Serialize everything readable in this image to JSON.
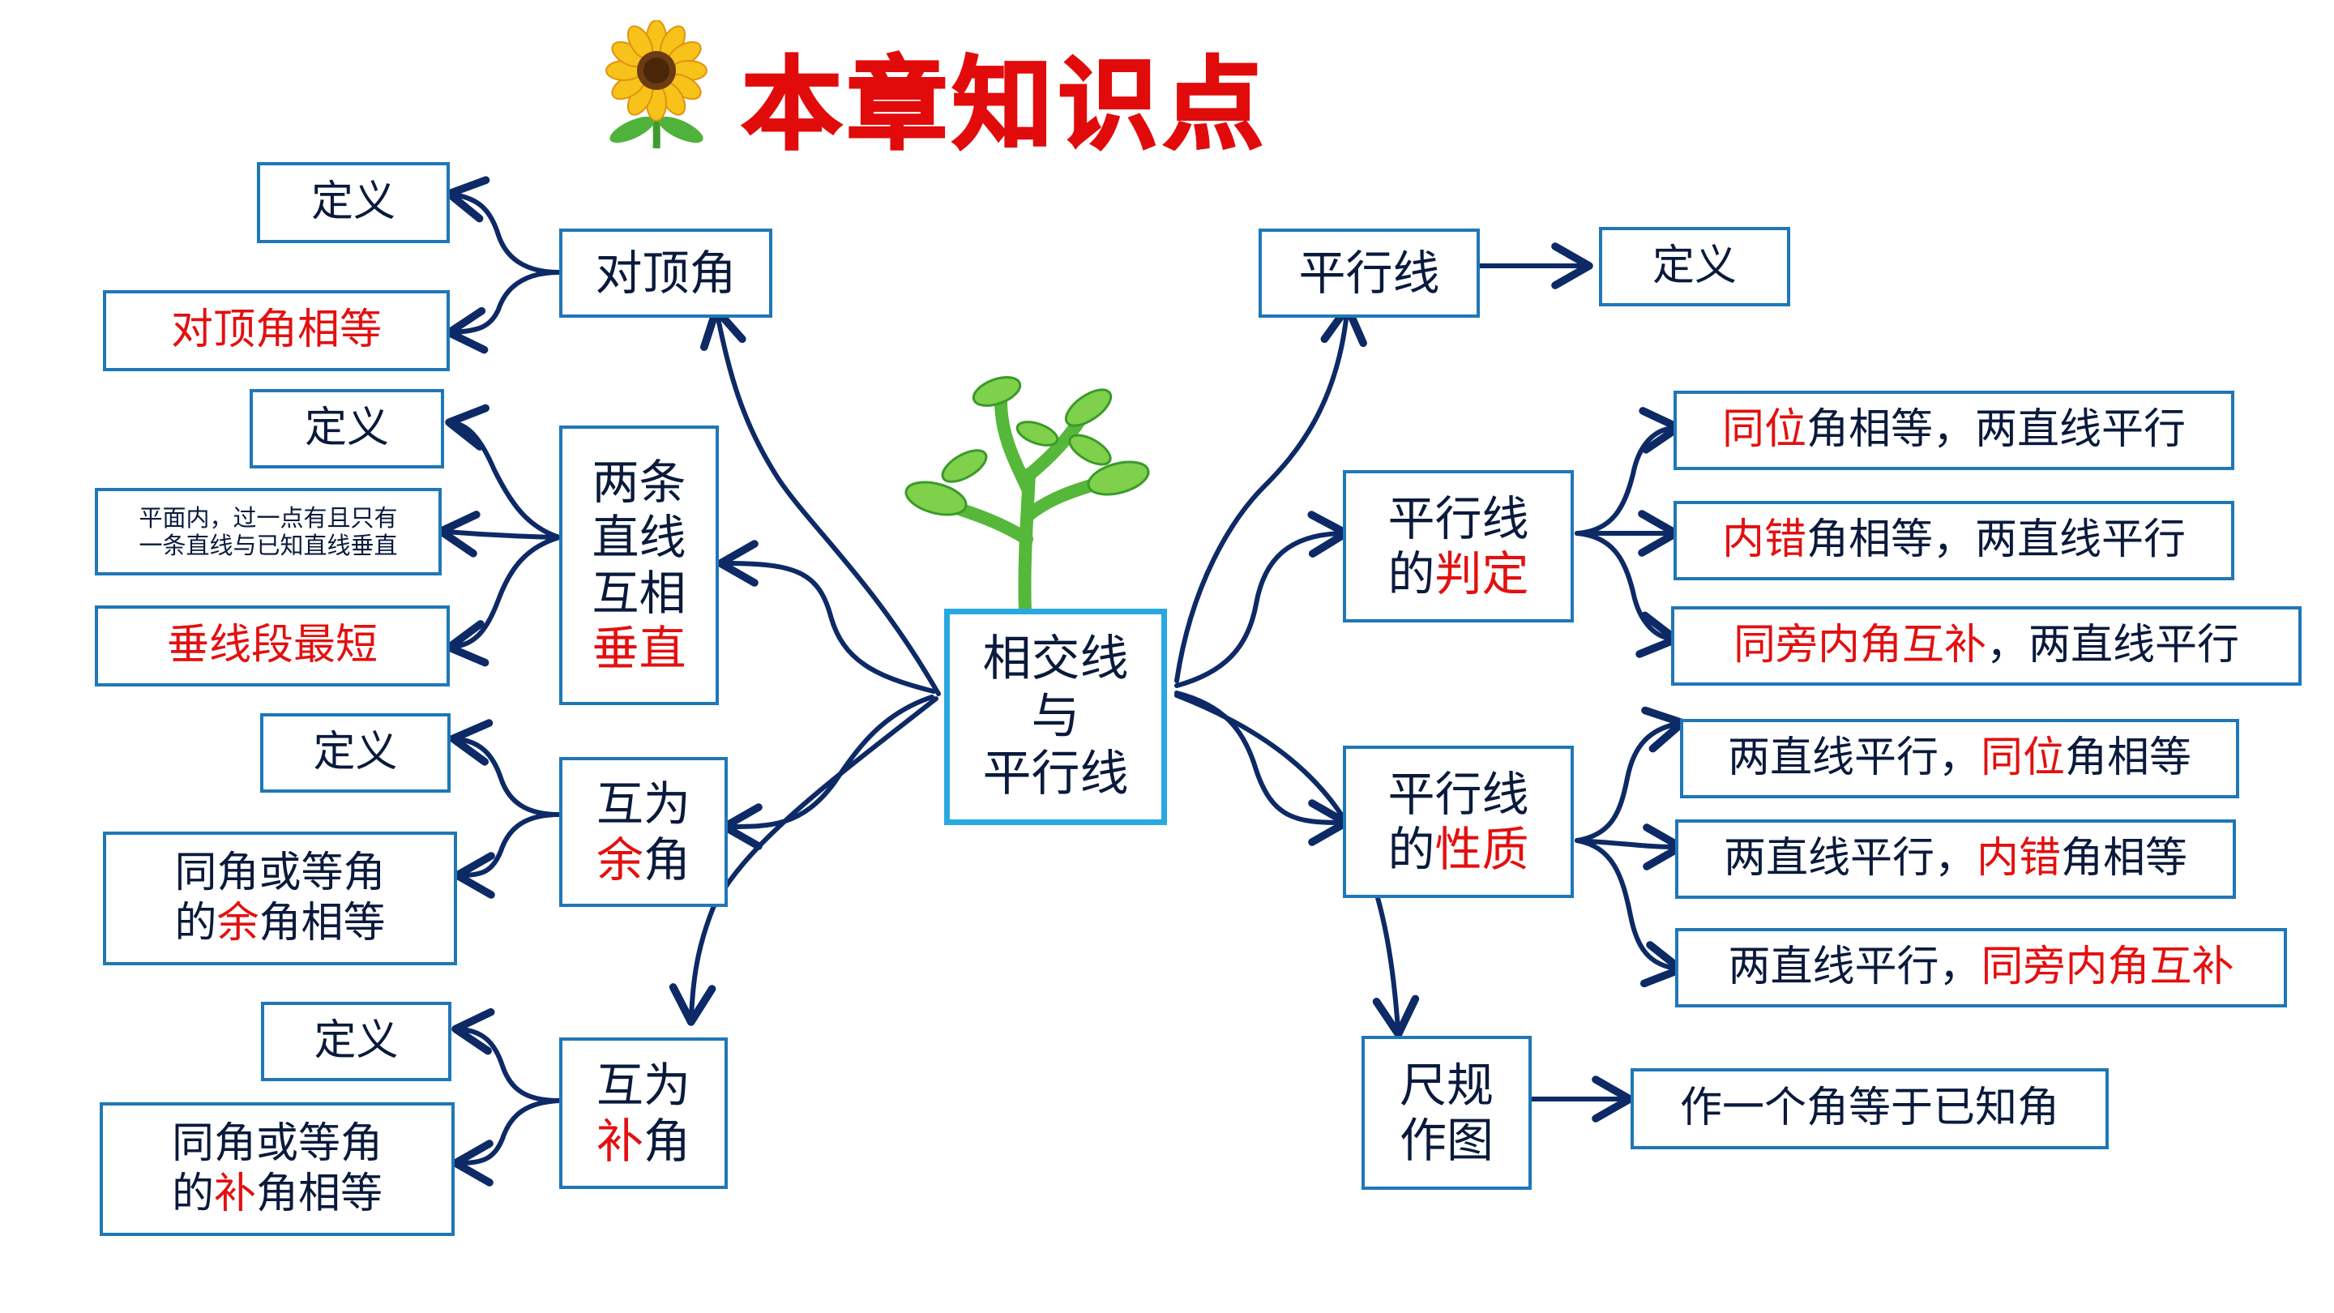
{
  "title": "本章知识点",
  "center": [
    "相交线",
    "与",
    "平行线"
  ],
  "colors": {
    "border": "#1f77b7",
    "center_border": "#29a8e0",
    "arrow": "#0d2a66",
    "red": "#e31010",
    "text": "#0a1a3c"
  },
  "icons": {
    "title_icon": "sunflower-icon",
    "center_icon": "plant-sprout-icon"
  },
  "left": {
    "duidingjiao": {
      "label": [
        [
          {
            "t": "对顶角"
          }
        ]
      ],
      "children": [
        [
          [
            {
              "t": "定义"
            }
          ]
        ],
        [
          [
            {
              "t": "对顶角相等",
              "red": true
            }
          ]
        ]
      ]
    },
    "chuizhi": {
      "label": [
        [
          {
            "t": "两条"
          }
        ],
        [
          {
            "t": "直线"
          }
        ],
        [
          {
            "t": "互相"
          }
        ],
        [
          {
            "t": "垂直",
            "red": true
          }
        ]
      ],
      "children": [
        [
          [
            {
              "t": "定义"
            }
          ]
        ],
        [
          [
            {
              "t": "平面内，过一点有且只有"
            }
          ],
          [
            {
              "t": "一条直线与已知直线垂直"
            }
          ]
        ],
        [
          [
            {
              "t": "垂线段最短",
              "red": true
            }
          ]
        ]
      ]
    },
    "yujiao": {
      "label": [
        [
          {
            "t": "互为"
          }
        ],
        [
          {
            "t": "余",
            "red": true
          },
          {
            "t": "角"
          }
        ]
      ],
      "children": [
        [
          [
            {
              "t": "定义"
            }
          ]
        ],
        [
          [
            {
              "t": "同角或等角"
            }
          ],
          [
            {
              "t": "的"
            },
            {
              "t": "余",
              "red": true
            },
            {
              "t": "角相等"
            }
          ]
        ]
      ]
    },
    "bujiao": {
      "label": [
        [
          {
            "t": "互为"
          }
        ],
        [
          {
            "t": "补",
            "red": true
          },
          {
            "t": "角"
          }
        ]
      ],
      "children": [
        [
          [
            {
              "t": "定义"
            }
          ]
        ],
        [
          [
            {
              "t": "同角或等角"
            }
          ],
          [
            {
              "t": "的"
            },
            {
              "t": "补",
              "red": true
            },
            {
              "t": "角相等"
            }
          ]
        ]
      ]
    }
  },
  "right": {
    "pingxingxian": {
      "label": [
        [
          {
            "t": "平行线"
          }
        ]
      ],
      "children": [
        [
          [
            {
              "t": "定义"
            }
          ]
        ]
      ]
    },
    "panding": {
      "label": [
        [
          {
            "t": "平行线"
          }
        ],
        [
          {
            "t": "的"
          },
          {
            "t": "判定",
            "red": true
          }
        ]
      ],
      "children": [
        [
          [
            {
              "t": "同位",
              "red": true
            },
            {
              "t": "角相等，两直线平行"
            }
          ]
        ],
        [
          [
            {
              "t": "内错",
              "red": true
            },
            {
              "t": "角相等，两直线平行"
            }
          ]
        ],
        [
          [
            {
              "t": "同旁内角互补",
              "red": true
            },
            {
              "t": "，两直线平行"
            }
          ]
        ]
      ]
    },
    "xingzhi": {
      "label": [
        [
          {
            "t": "平行线"
          }
        ],
        [
          {
            "t": "的"
          },
          {
            "t": "性质",
            "red": true
          }
        ]
      ],
      "children": [
        [
          [
            {
              "t": "两直线平行，"
            },
            {
              "t": "同位",
              "red": true
            },
            {
              "t": "角相等"
            }
          ]
        ],
        [
          [
            {
              "t": "两直线平行，"
            },
            {
              "t": "内错",
              "red": true
            },
            {
              "t": "角相等"
            }
          ]
        ],
        [
          [
            {
              "t": "两直线平行，"
            },
            {
              "t": "同旁内角互补",
              "red": true
            }
          ]
        ]
      ]
    },
    "chigui": {
      "label": [
        [
          {
            "t": "尺规"
          }
        ],
        [
          {
            "t": "作图"
          }
        ]
      ],
      "children": [
        [
          [
            {
              "t": "作一个角等于已知角"
            }
          ]
        ]
      ]
    }
  }
}
